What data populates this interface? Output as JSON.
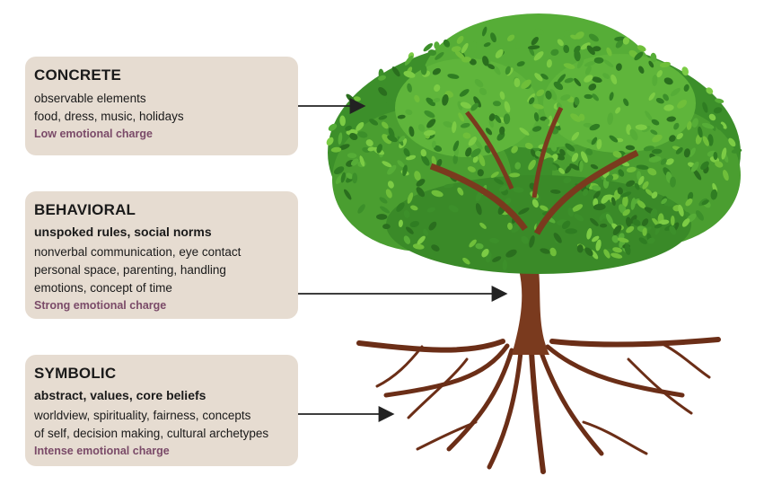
{
  "colors": {
    "card_bg": "#e6dcd1",
    "charge_text": "#7a4a68",
    "arrow": "#222222",
    "leaf_dark": "#2f7d22",
    "leaf_light": "#6fbf3a",
    "trunk": "#7a3a1e"
  },
  "layers": [
    {
      "title": "CONCRETE",
      "subtitle": "",
      "lines": [
        "observable elements",
        "food, dress, music, holidays"
      ],
      "charge": "Low emotional charge"
    },
    {
      "title": "BEHAVIORAL",
      "subtitle": "unspoked rules, social norms",
      "lines": [
        "nonverbal communication, eye contact",
        "personal space, parenting, handling",
        "emotions, concept of time"
      ],
      "charge": "Strong emotional charge"
    },
    {
      "title": "SYMBOLIC",
      "subtitle": "abstract, values, core beliefs",
      "lines": [
        "worldview, spirituality, fairness, concepts",
        "of self, decision making, cultural archetypes"
      ],
      "charge": "Intense emotional charge"
    }
  ],
  "illustration": {
    "icon": "tree-icon",
    "parts": [
      "canopy",
      "trunk",
      "roots"
    ]
  }
}
